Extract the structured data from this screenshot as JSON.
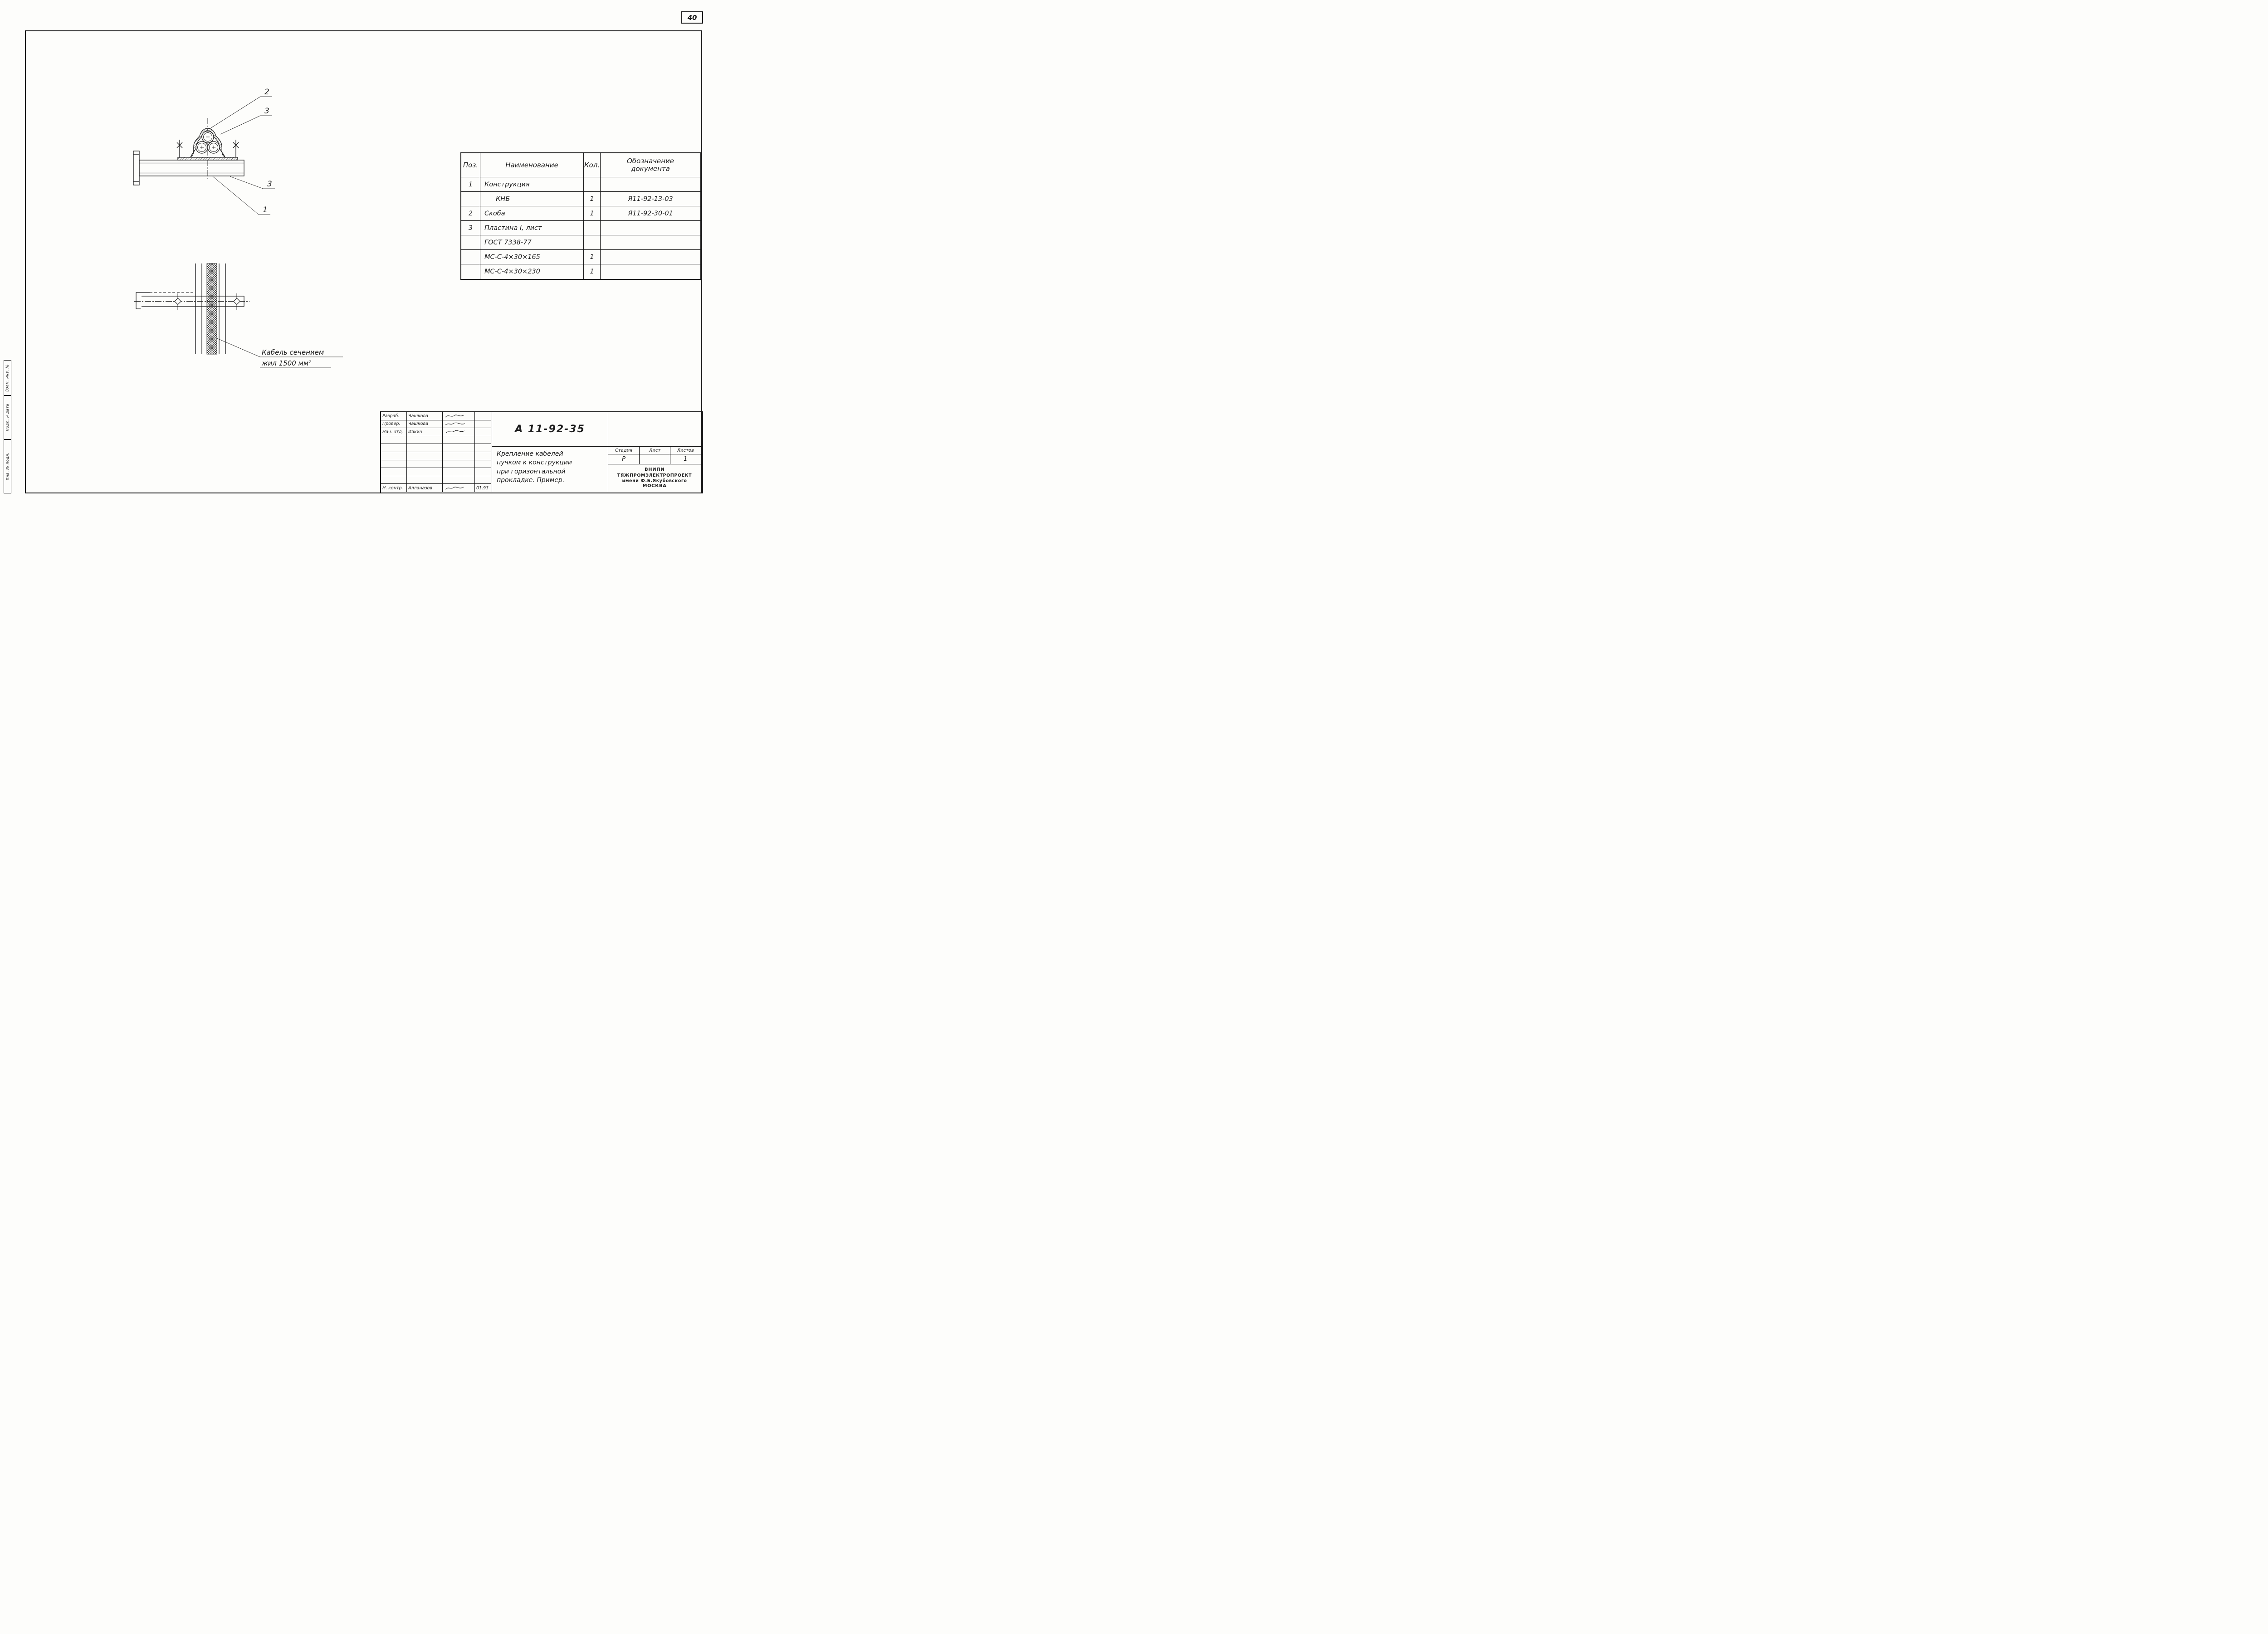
{
  "sheet": {
    "number": "40"
  },
  "side_stamps": {
    "stamp1": "Взам. инв. №",
    "stamp2": "Подп. и дата",
    "stamp3": "Инв. № подл."
  },
  "drawings": {
    "section_view": {
      "callout_2": "2",
      "callout_3_upper": "3",
      "callout_3_lower": "3",
      "callout_1": "1"
    },
    "plan_view": {
      "cable_note_line1": "Кабель сечением",
      "cable_note_line2": "жил 1500 мм²"
    }
  },
  "spec_table": {
    "headers": {
      "pos": "Поз.",
      "name": "Наименование",
      "qty": "Кол.",
      "doc": "Обозначение документа"
    },
    "rows": [
      {
        "pos": "1",
        "name": "Конструкция",
        "qty": "",
        "doc": ""
      },
      {
        "pos": "",
        "name": "КНБ",
        "qty": "1",
        "doc": "Я11-92-13-03"
      },
      {
        "pos": "2",
        "name": "Скоба",
        "qty": "1",
        "doc": "Я11-92-30-01"
      },
      {
        "pos": "3",
        "name": "Пластина I, лист",
        "qty": "",
        "doc": ""
      },
      {
        "pos": "",
        "name": "ГОСТ 7338-77",
        "qty": "",
        "doc": ""
      },
      {
        "pos": "",
        "name": "МС-С-4×30×165",
        "qty": "1",
        "doc": ""
      },
      {
        "pos": "",
        "name": "МС-С-4×30×230",
        "qty": "1",
        "doc": ""
      }
    ]
  },
  "title_block": {
    "doc_number": "А 11-92-35",
    "title_line1": "Крепление кабелей",
    "title_line2": "пучком к конструкции",
    "title_line3": "при горизонтальной",
    "title_line4": "прокладке. Пример.",
    "signatures": [
      {
        "role": "Разраб.",
        "name": "Чашкова"
      },
      {
        "role": "Провер.",
        "name": "Чашкова"
      },
      {
        "role": "Нач. отд.",
        "name": "Ивкин"
      },
      {
        "role": "Н. контр.",
        "name": "Алланазов",
        "date": "01.93"
      }
    ],
    "stage_table": {
      "h_stage": "Стадия",
      "h_sheet": "Лист",
      "h_sheets": "Листов",
      "stage": "Р",
      "sheet": "",
      "sheets": "1"
    },
    "org_line1": "ВНИПИ",
    "org_line2": "ТЯЖПРОМЭЛЕКТРОПРОЕКТ",
    "org_line3": "имени Ф.Б.Якубовского",
    "org_line4": "МОСКВА"
  }
}
